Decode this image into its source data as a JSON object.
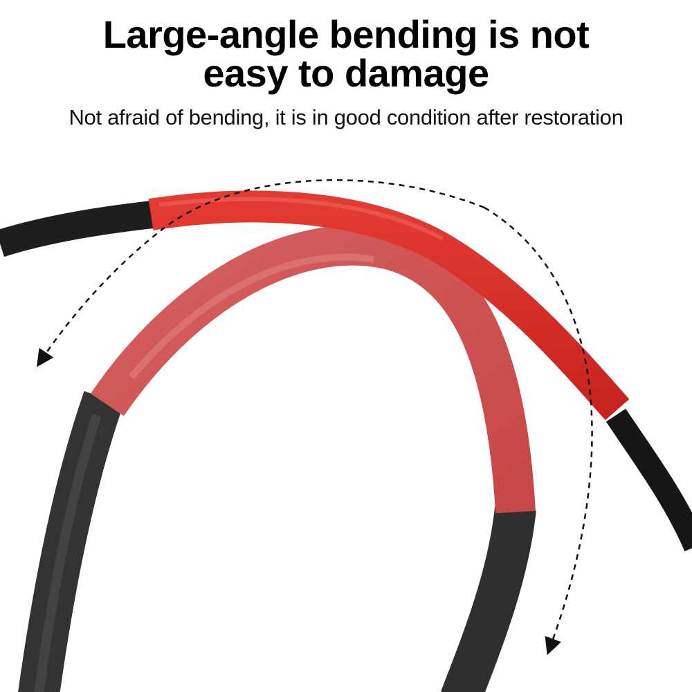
{
  "headline": {
    "line1": "Large-angle bending is not",
    "line2": "easy to damage"
  },
  "subtitle": "Not afraid of bending, it is in good condition after restoration",
  "colors": {
    "background": "#ffffff",
    "wire_black": "#2b2b2b",
    "sleeve_red_front": "#d42a25",
    "sleeve_red_back": "#cf5656",
    "arrow": "#111111"
  },
  "icons": [
    "dashed-curved-arrow-left",
    "dashed-curved-arrow-down"
  ]
}
